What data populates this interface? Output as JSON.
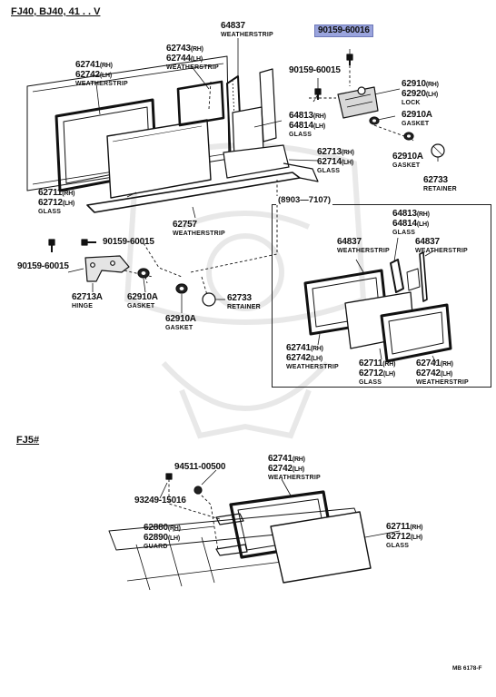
{
  "header": {
    "model": "FJ40, BJ40, 41 . . V"
  },
  "section_fj5": {
    "label": "FJ5#"
  },
  "inset": {
    "date_range": "(8903—7107)"
  },
  "highlight_color": "#9aa4dd",
  "footer": {
    "code": "MB 6178-F"
  },
  "labels": {
    "p64837_top": "64837",
    "p64837_top_name": "WEATHERSTRIP",
    "p90159_60016": "90159-60016",
    "p62743": "62743",
    "p62744": "62744",
    "p6274x_name": "WEATHERSTRIP",
    "p62741_a": "62741",
    "p62742_a": "62742",
    "p6274_a_name": "WEATHERSTRIP",
    "p90159_60015_a": "90159-60015",
    "p62910": "62910",
    "p62920": "62920",
    "p6291_name": "LOCK",
    "p64813_a": "64813",
    "p64814_a": "64814",
    "p6481_a_name": "GLASS",
    "p62910A_a": "62910A",
    "p62910A_a_name": "GASKET",
    "p62713_a": "62713",
    "p62714_a": "62714",
    "p6271_a_name": "GLASS",
    "p62910A_b": "62910A",
    "p62910A_b_name": "GASKET",
    "p62733_a": "62733",
    "p62733_a_name": "RETAINER",
    "p62711_a": "62711",
    "p62712_a": "62712",
    "p6271x_a_name": "GLASS",
    "p62757": "62757",
    "p62757_name": "WEATHERSTRIP",
    "p90159_60015_b": "90159-60015",
    "p90159_60015_c": "90159-60015",
    "p62713A": "62713A",
    "p62713A_name": "HINGE",
    "p62910A_c": "62910A",
    "p62910A_c_name": "GASKET",
    "p62733_b": "62733",
    "p62733_b_name": "RETAINER",
    "p62910A_d": "62910A",
    "p62910A_d_name": "GASKET",
    "i64813": "64813",
    "i64814": "64814",
    "i6481_name": "GLASS",
    "i64837_a": "64837",
    "i64837_a_name": "WEATHERSTRIP",
    "i64837_b": "64837",
    "i64837_b_name": "WEATHERSTRIP",
    "i62741_a": "62741",
    "i62742_a": "62742",
    "i6274_a_name": "WEATHERSTRIP",
    "i62711": "62711",
    "i62712": "62712",
    "i6271_name": "GLASS",
    "i62741_b": "62741",
    "i62742_b": "62742",
    "i6274_b_name": "WEATHERSTRIP",
    "f94511": "94511-00500",
    "f62741": "62741",
    "f62742": "62742",
    "f6274_name": "WEATHERSTRIP",
    "f93249": "93249-15016",
    "f62880": "62880",
    "f62890": "62890",
    "f6288_name": "GUARD",
    "f62711": "62711",
    "f62712": "62712",
    "f6271_name": "GLASS",
    "rh": "(RH)",
    "lh": "(LH)"
  }
}
